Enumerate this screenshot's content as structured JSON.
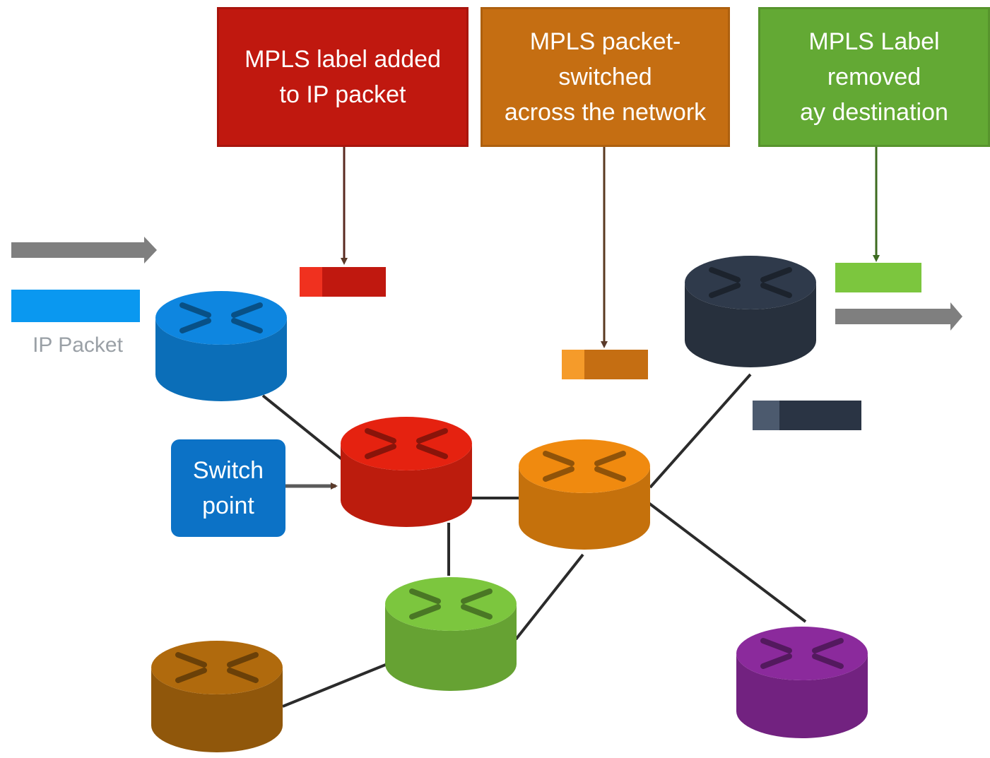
{
  "callouts": {
    "label_added": {
      "line1": "MPLS label added",
      "line2": "to IP packet",
      "color": "#c0180f"
    },
    "switched": {
      "line1": "MPLS packet-switched",
      "line2": "across the network",
      "color": "#c56e12"
    },
    "removed": {
      "line1": "MPLS Label removed",
      "line2": "ay destination",
      "color": "#63a934"
    }
  },
  "switch_point": {
    "line1": "Switch",
    "line2": "point",
    "color": "#0c72c6"
  },
  "ip_packet": {
    "label": "IP Packet",
    "color": "#0a98f0"
  },
  "routers": [
    {
      "id": "ingress-router",
      "color": "#0e86e0"
    },
    {
      "id": "red-router",
      "color": "#e52210"
    },
    {
      "id": "orange-router",
      "color": "#f08a0f"
    },
    {
      "id": "green-router",
      "color": "#7cc63e"
    },
    {
      "id": "brown-router",
      "color": "#b06a0d"
    },
    {
      "id": "egress-router",
      "color": "#2f3a4b"
    },
    {
      "id": "purple-router",
      "color": "#8b2a9c"
    }
  ],
  "colors": {
    "arrow": "#7f7f7f",
    "link": "#2b2b2b"
  }
}
